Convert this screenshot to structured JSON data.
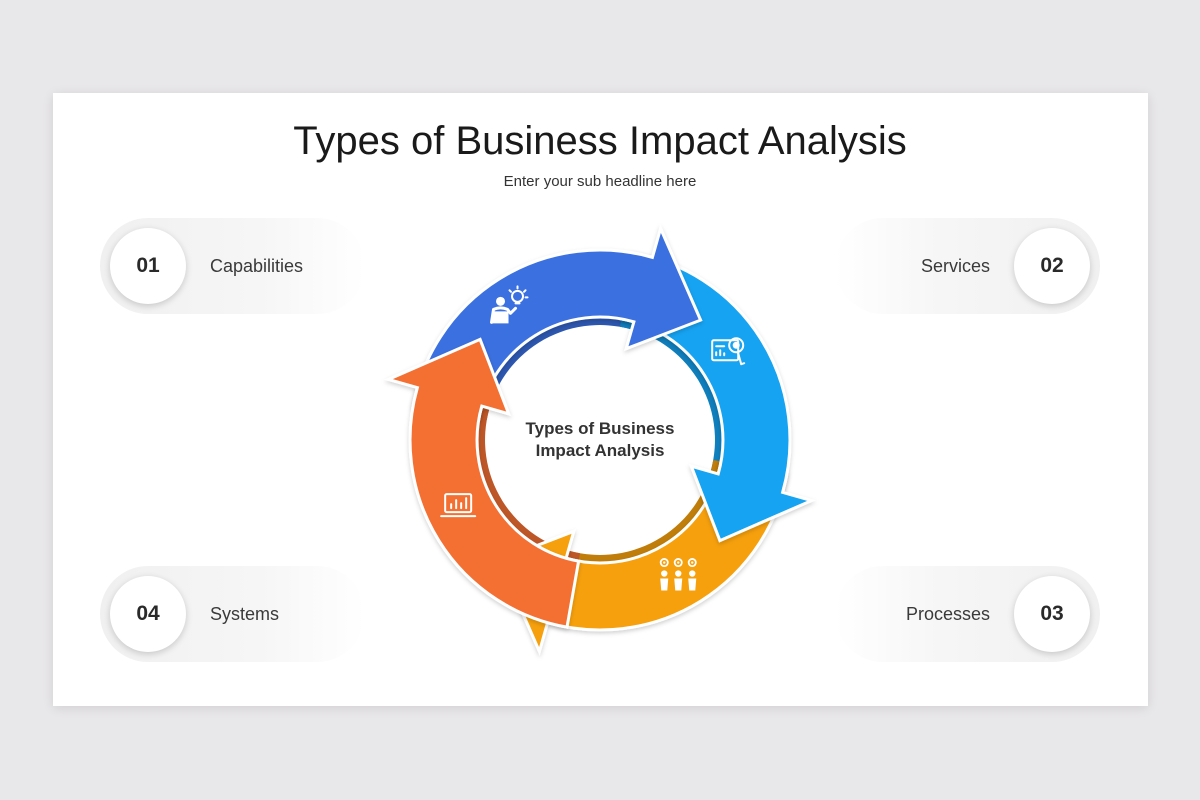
{
  "title": "Types of Business Impact Analysis",
  "subtitle": "Enter your sub headline here",
  "center_label": "Types of Business Impact Analysis",
  "items": [
    {
      "number": "01",
      "label": "Capabilities",
      "color": "#3a6fe0",
      "icon": "businessman-idea-icon"
    },
    {
      "number": "02",
      "label": "Services",
      "color": "#13a3f2",
      "icon": "report-analysis-icon"
    },
    {
      "number": "03",
      "label": "Processes",
      "color": "#f6a00b",
      "icon": "team-gears-icon"
    },
    {
      "number": "04",
      "label": "Systems",
      "color": "#f46f32",
      "icon": "laptop-chart-icon"
    }
  ]
}
